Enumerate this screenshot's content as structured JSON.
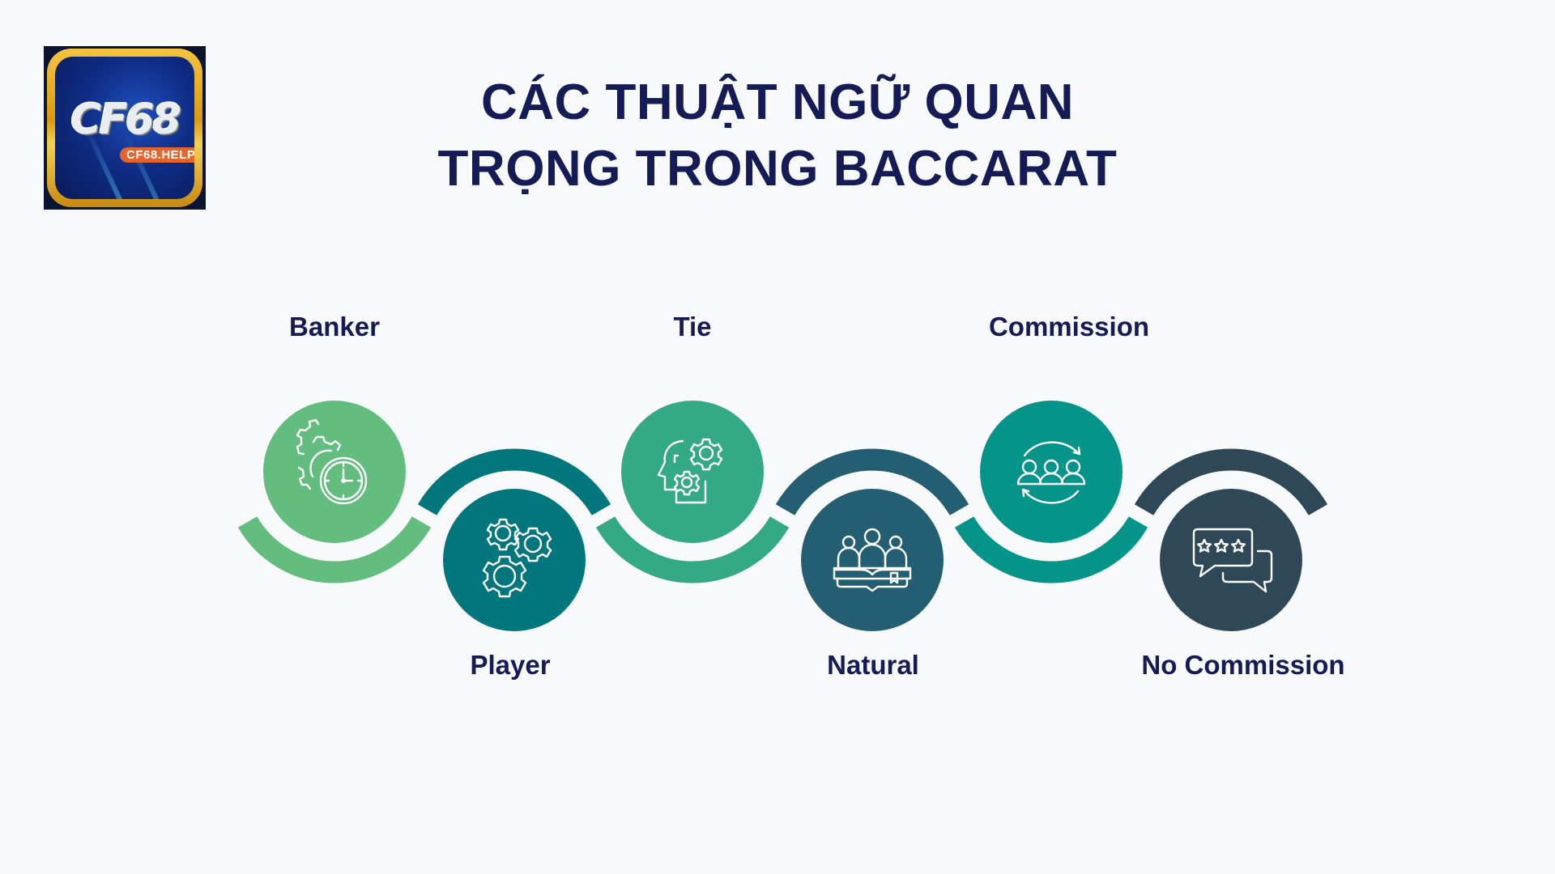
{
  "logo": {
    "brand": "CF68",
    "badge": "CF68.HELP"
  },
  "title": {
    "line1": "CÁC THUẬT NGỮ QUAN",
    "line2": "TRỌNG TRONG BACCARAT",
    "color": "#151B54"
  },
  "background": "#F8F9FA",
  "steps": [
    {
      "label": "Banker",
      "position": "top",
      "color": "#62BD7F",
      "icon": "gear-clock-icon"
    },
    {
      "label": "Player",
      "position": "bottom",
      "color": "#02767D",
      "icon": "gears-icon"
    },
    {
      "label": "Tie",
      "position": "top",
      "color": "#33A985",
      "icon": "head-gears-icon"
    },
    {
      "label": "Natural",
      "position": "bottom",
      "color": "#245E72",
      "icon": "group-book-icon"
    },
    {
      "label": "Commission",
      "position": "top",
      "color": "#04948A",
      "icon": "team-cycle-icon"
    },
    {
      "label": "No Commission",
      "position": "bottom",
      "color": "#2F4858",
      "icon": "rating-chat-icon"
    }
  ]
}
